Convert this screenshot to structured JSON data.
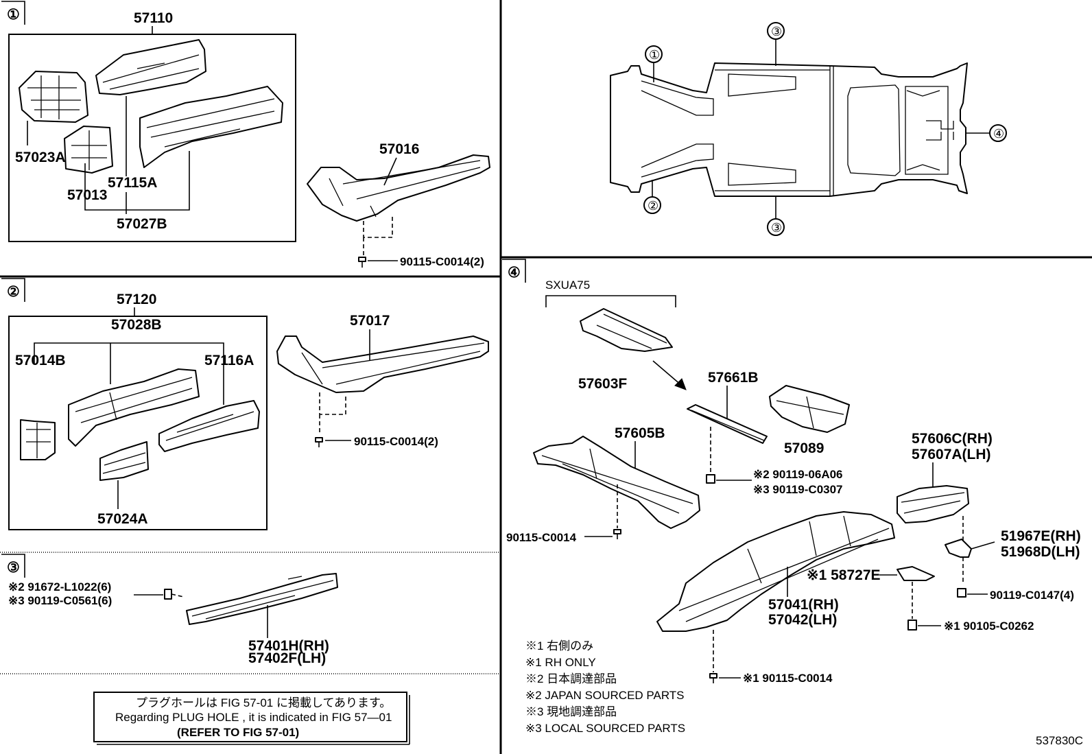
{
  "sections": {
    "s1": "①",
    "s2": "②",
    "s3": "③",
    "s4": "④"
  },
  "overview": {
    "c1": "①",
    "c2": "②",
    "c3a": "③",
    "c3b": "③",
    "c4": "④"
  },
  "section1": {
    "p57110": "57110",
    "p57023A": "57023A",
    "p57115A": "57115A",
    "p57013": "57013",
    "p57027B": "57027B",
    "p57016": "57016",
    "bolt": "90115-C0014(2)"
  },
  "section2": {
    "p57120": "57120",
    "p57028B": "57028B",
    "p57014B": "57014B",
    "p57116A": "57116A",
    "p57024A": "57024A",
    "p57017": "57017",
    "bolt": "90115-C0014(2)"
  },
  "section3": {
    "bolt1": "※2  91672-L1022(6)",
    "bolt2": "※3  90119-C0561(6)",
    "rh": "57401H(RH)",
    "lh": "57402F(LH)"
  },
  "note_box": {
    "jp": "プラグホールは FIG  57-01 に掲載してあります。",
    "en": "Regarding  PLUG  HOLE , it is indicated in FIG  57—01",
    "ref": "(REFER  TO  FIG  57-01)"
  },
  "section4": {
    "variant": "SXUA75",
    "p57603F": "57603F",
    "p57661B": "57661B",
    "p57089": "57089",
    "p57605B": "57605B",
    "nut1": "※2  90119-06A06",
    "nut2": "※3  90119-C0307",
    "bolt_left": "90115-C0014",
    "p57606C": "57606C(RH)",
    "p57607A": "57607A(LH)",
    "p51967E": "51967E(RH)",
    "p51968D": "51968D(LH)",
    "p58727E": "※1  58727E",
    "p57041": "57041(RH)",
    "p57042": "57042(LH)",
    "bolt_r1": "90119-C0147(4)",
    "bolt_r2": "※1  90105-C0262",
    "bolt_bottom": "※1  90115-C0014"
  },
  "legend": [
    "※1  右側のみ",
    "※1  RH  ONLY",
    "※2  日本調達部品",
    "※2  JAPAN  SOURCED  PARTS",
    "※3  現地調達部品",
    "※3  LOCAL  SOURCED  PARTS"
  ],
  "figure_code": "537830C"
}
